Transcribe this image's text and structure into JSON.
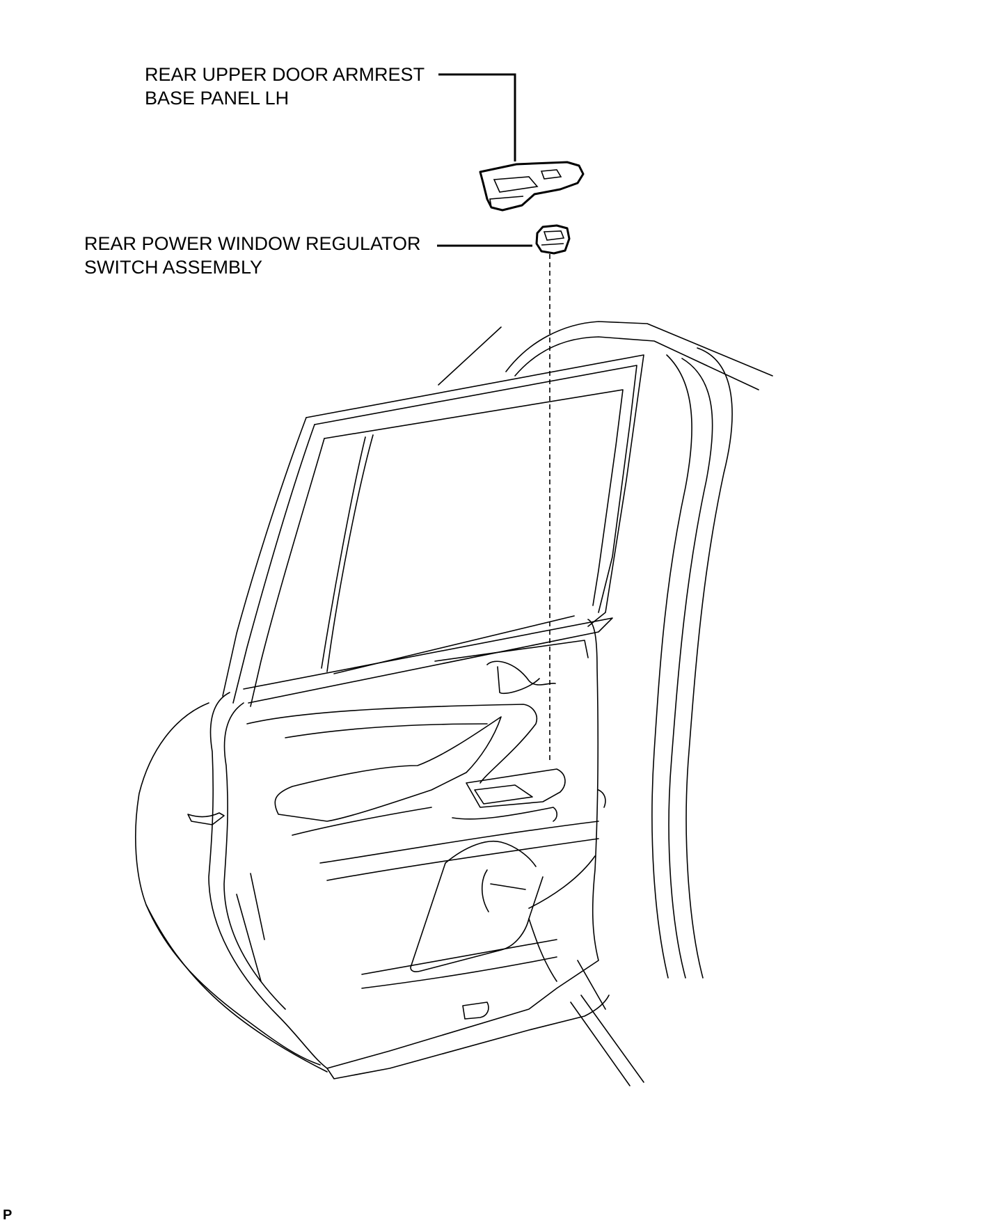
{
  "diagram": {
    "callouts": [
      {
        "id": "armrest",
        "lines": [
          "REAR UPPER DOOR ARMREST",
          "BASE PANEL LH"
        ]
      },
      {
        "id": "switch",
        "lines": [
          "REAR POWER WINDOW REGULATOR",
          "SWITCH ASSEMBLY"
        ]
      }
    ],
    "page_marker": "P"
  }
}
